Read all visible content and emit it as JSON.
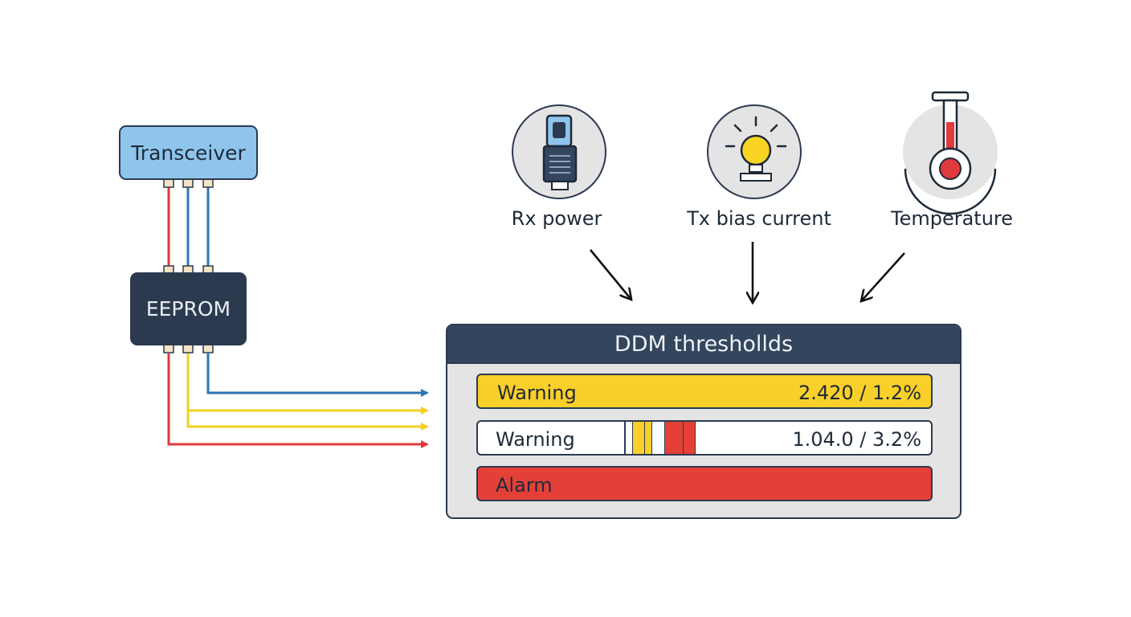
{
  "blocks": {
    "transceiver": "Transceiver",
    "eeprom": "EEPROM"
  },
  "sensors": [
    {
      "label": "Rx power",
      "icon": "rx-power-icon"
    },
    {
      "label": "Tx bias current",
      "icon": "lightbulb-icon"
    },
    {
      "label": "Temperature",
      "icon": "thermometer-icon"
    }
  ],
  "panel": {
    "title": "DDM threshollds",
    "rows": [
      {
        "name": "Warning",
        "value": "2.420 / 1.2%",
        "color": "#f9cf2a"
      },
      {
        "name": "Warning",
        "value": "1.04.0 / 3.2%",
        "color": "#ffffff"
      },
      {
        "name": "Alarm",
        "value": "",
        "color": "#e54038"
      }
    ]
  },
  "colors": {
    "wire_red": "#e0393e",
    "wire_blue": "#2f74b5",
    "wire_yellow": "#f2cf1f",
    "dark": "#2c3a4f",
    "transceiver": "#8fc5ec",
    "warning_yellow": "#f9cf2a",
    "alarm_red": "#e54038"
  }
}
